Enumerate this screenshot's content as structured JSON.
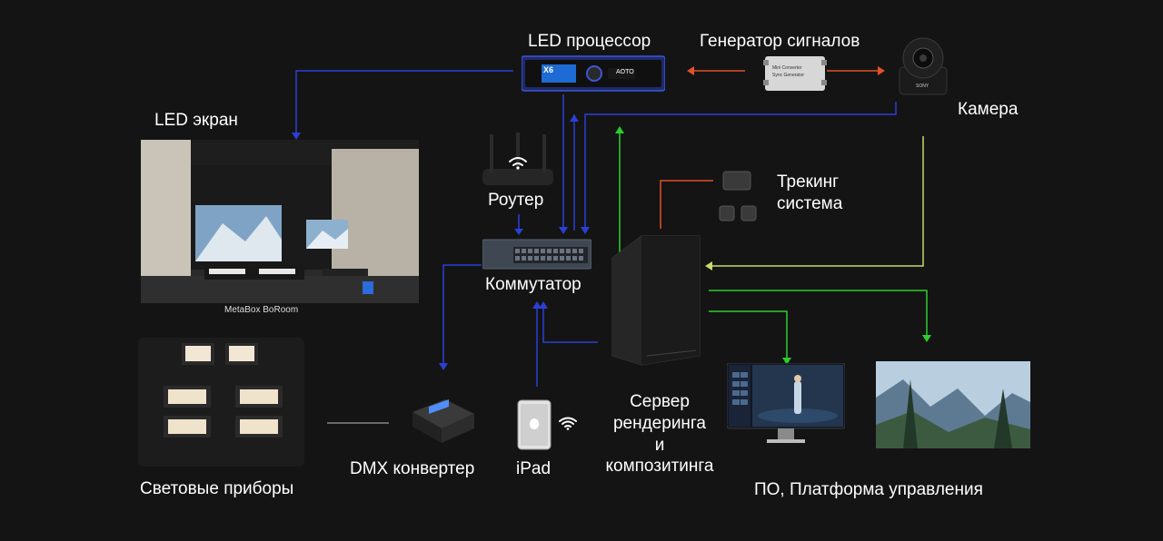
{
  "labels": {
    "led_processor": "LED процессор",
    "signal_generator": "Генератор сигналов",
    "camera": "Камера",
    "led_screen": "LED экран",
    "metabox": "MetaBox BoRoom",
    "router": "Роутер",
    "tracking_line1": "Трекинг",
    "tracking_line2": "система",
    "switch": "Коммутатор",
    "server_line1": "Сервер",
    "server_line2": "рендеринга",
    "server_line3": "и",
    "server_line4": "композитинга",
    "lights": "Световые приборы",
    "dmx": "DMX конвертер",
    "ipad": "iPad",
    "software": "ПО, Платформа управления"
  },
  "device_text": {
    "processor_brand": "AOTO",
    "processor_model": "X6",
    "camera_brand": "SONY",
    "sync_gen_line1": "Mini Converter",
    "sync_gen_line2": "Sync Generator"
  },
  "colors": {
    "background": "#141414",
    "blue_link": "#2b3fd6",
    "green_link": "#2ecc2e",
    "orange_link": "#e0522a",
    "yellow_link": "#c9d96a",
    "gray_link": "#9a9a9a"
  },
  "icons": [
    "wifi-icon",
    "apple-icon"
  ]
}
